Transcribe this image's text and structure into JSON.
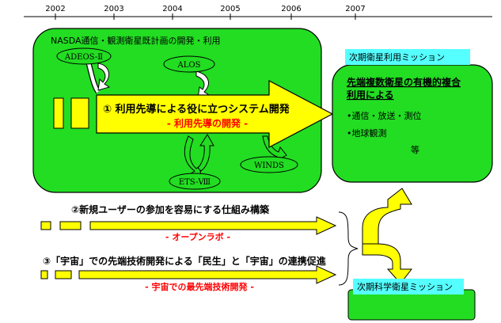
{
  "timeline": {
    "years": [
      "2002",
      "2003",
      "2004",
      "2005",
      "2006",
      "2007"
    ]
  },
  "nasda_box": {
    "title": "NASDA通信・観測衛星既計画の開発・利用"
  },
  "satellites": {
    "adeos2": "ADEOS-Ⅱ",
    "alos": "ALOS",
    "ets8": "ETS-Ⅷ",
    "winds": "WINDS"
  },
  "main_arrow": {
    "title": "① 利用先導による役に立つシステム開発",
    "subtitle": "- 利用先導の開発 -"
  },
  "next_mission_box": {
    "header": "次期衛星利用ミッション",
    "heading_line1": "先端複数衛星の有機的複合",
    "heading_line2": "利用による",
    "items": [
      "•通信・放送・測位",
      "•地球観測"
    ],
    "etc": "等"
  },
  "arrow2": {
    "title": "②新規ユーザーの参加を容易にする仕組み構築",
    "subtitle": "- オープンラボ -"
  },
  "arrow3": {
    "title": "③「宇宙」での先端技術開発による「民生」と「宇宙」の連携促進",
    "subtitle": "- 宇宙での最先端技術開発 -"
  },
  "science_box": {
    "header": "次期科学衛星ミッション"
  },
  "colors": {
    "green": "#22dd22",
    "yellow": "#ffff00",
    "cyan": "#55ffff",
    "red": "#ff0000"
  }
}
